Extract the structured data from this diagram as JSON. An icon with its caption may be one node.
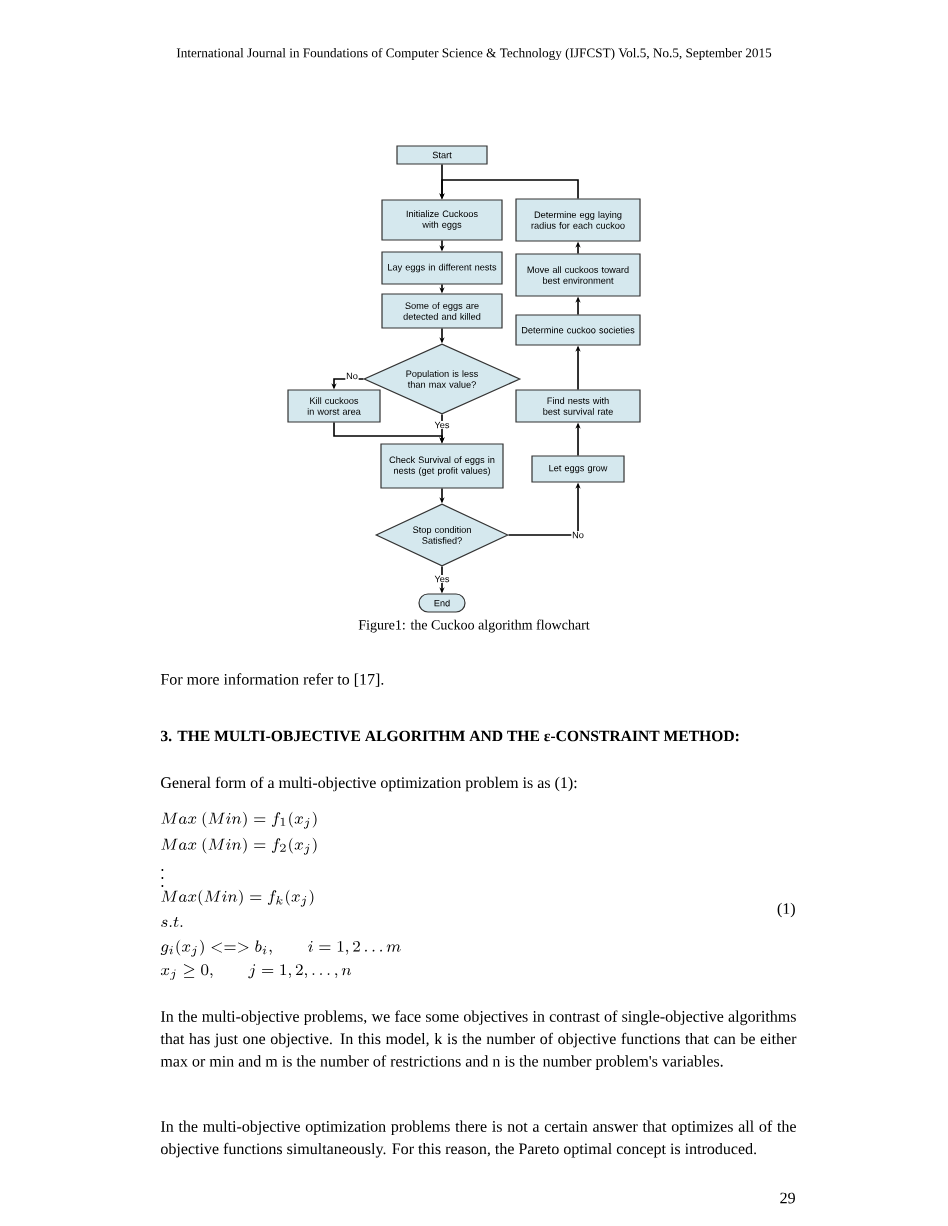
{
  "diagram": {
    "caption": "Figure1: the Cuckoo algorithm flowchart",
    "nodes": [
      {
        "text": [
          "Start"
        ]
      },
      {
        "text": [
          "Initialize Cuckoos with eggs"
        ]
      },
      {
        "text": [
          "Determine egg laying radius for each cuckoo"
        ]
      },
      {
        "text": [
          "Lay eggs in different nests"
        ]
      },
      {
        "text": [
          "Move all cuckoos toward best environment"
        ]
      },
      {
        "text": [
          "Some of eggs are detected and killed"
        ]
      },
      {
        "text": [
          "Determine cuckoo societies"
        ]
      },
      {
        "text": [
          "Population is less than max value?"
        ]
      },
      {
        "text": [
          "Kill cuckoos in worst area"
        ]
      },
      {
        "text": [
          "Find nests with best survival rate"
        ]
      },
      {
        "text": [
          "Check Survival of eggs in nests (get profit values)"
        ]
      },
      {
        "text": [
          "Let eggs grow"
        ]
      },
      {
        "text": [
          "Stop condition Satisfied?"
        ]
      },
      {
        "text": [
          "End"
        ]
      }
    ],
    "edges": [
      {
        "from": 0,
        "to": 1,
        "arrow": "to"
      },
      {
        "from": 1,
        "to": 3,
        "arrow": "to"
      },
      {
        "from": 3,
        "to": 5,
        "arrow": "to"
      },
      {
        "from": 5,
        "to": 7,
        "arrow": "to"
      },
      {
        "from": 7,
        "to": 8,
        "arrow": "to",
        "label": "No"
      },
      {
        "from": 7,
        "to": 10,
        "arrow": "to",
        "label": "Yes"
      },
      {
        "from": 8,
        "to": 10,
        "arrow": "to"
      },
      {
        "from": 10,
        "to": 12,
        "arrow": "to"
      },
      {
        "from": 12,
        "to": 13,
        "arrow": "to",
        "label": "Yes"
      },
      {
        "from": 12,
        "to": 11,
        "arrow": "to",
        "label": "No"
      },
      {
        "from": 11,
        "to": 9,
        "arrow": "to"
      },
      {
        "from": 9,
        "to": 6,
        "arrow": "to"
      },
      {
        "from": 6,
        "to": 4,
        "arrow": "to"
      },
      {
        "from": 4,
        "to": 2,
        "arrow": "to"
      },
      {
        "from": 2,
        "to": 1,
        "arrow": "to"
      }
    ],
    "labels": [
      "International Journal in Foundations of Computer Science & Technology (IJFCST) Vol.5, No.5, September 2015",
      "For more information refer to [17].",
      "3. THE MULTI-OBJECTIVE ALGORITHM AND THE ε-CONSTRAINT METHOD:",
      "General form of a multi-objective optimization problem is as (1):",
      "Max\\ (Min)= f_{1}(x_{j})",
      "Max\\ (Min)= f_{2}(x_{j})",
      "\\vdots",
      "Max(Min)= f_{k}(x_{j})",
      "s.t.",
      "(1)",
      "g_{i}(x_{j}) <=> b_{i}, \\qquad i = 1, 2 \\dots m",
      "x_{j} \\geq 0, \\qquad j = 1,2, \\dots, n",
      "In the multi-objective problems, we face some objectives in contrast of single-objective algorithms that has just one objective. In this model, k is the number of objective functions that can be either max or min and m is the number of restrictions and n is the number problem's variables.",
      "In the multi-objective optimization problems there is not a certain answer that optimizes all of the objective functions simultaneously. For this reason, the Pareto optimal concept is introduced.",
      "29"
    ]
  }
}
